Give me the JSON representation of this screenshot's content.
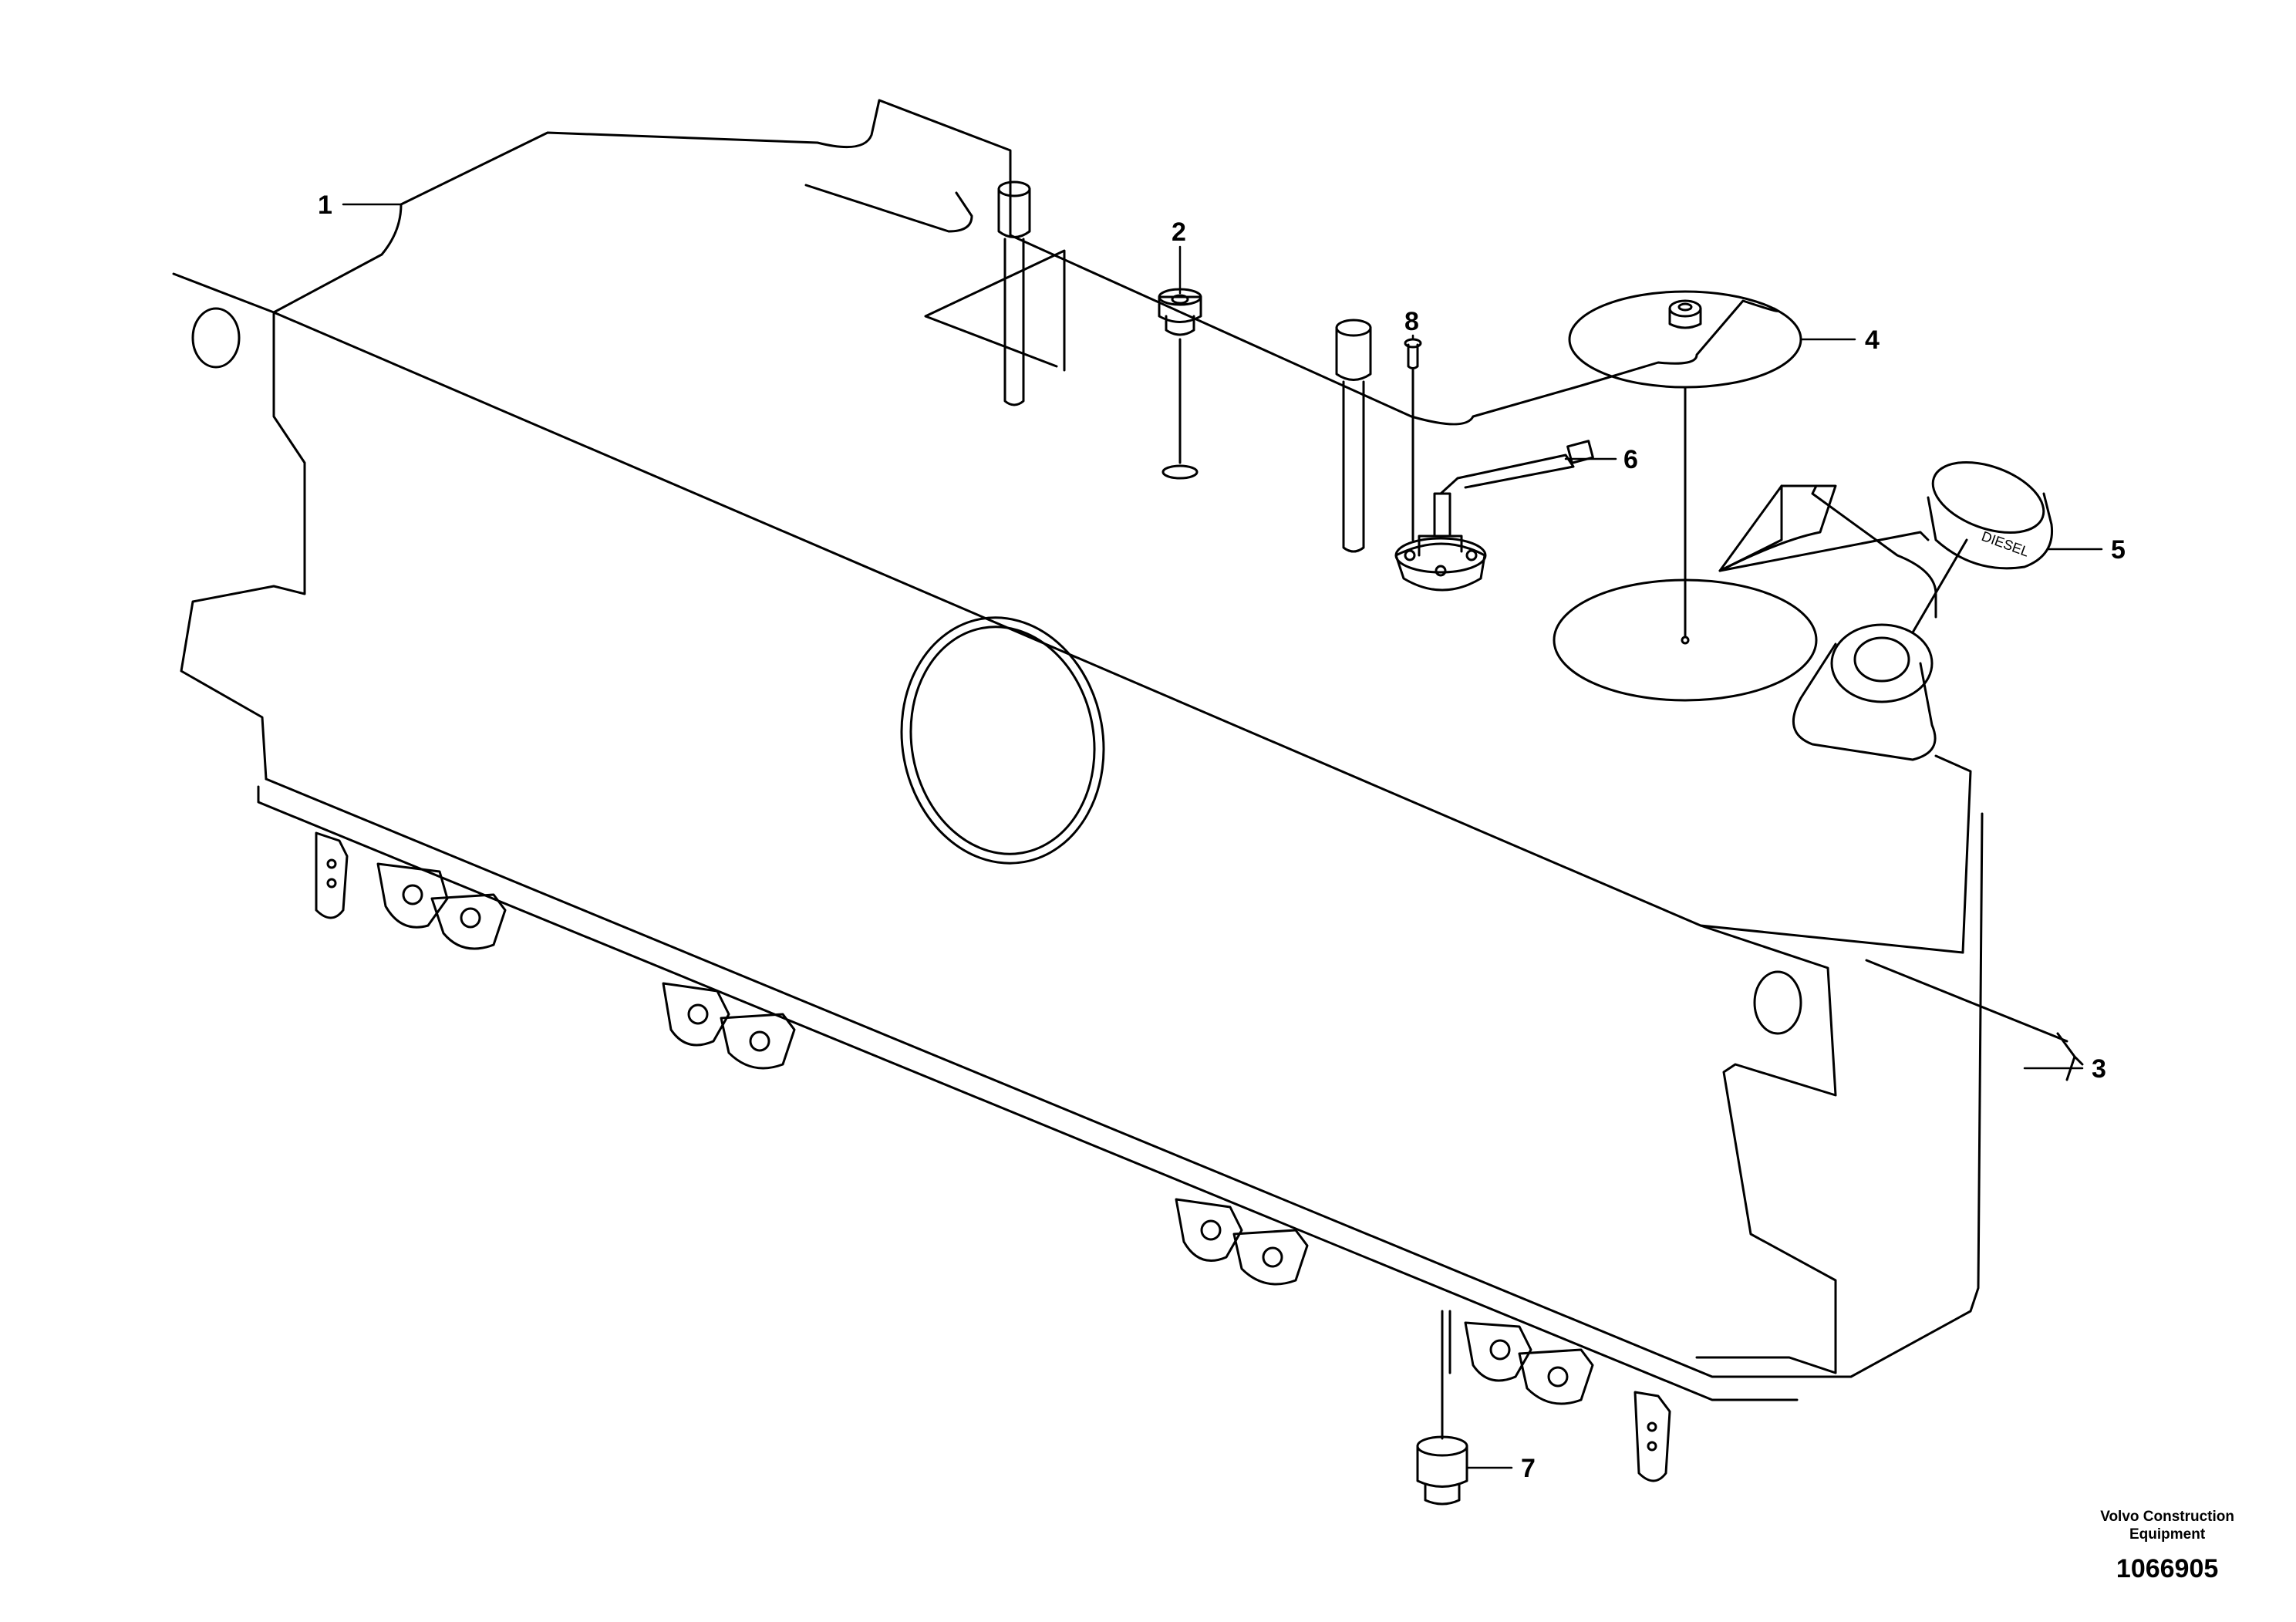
{
  "callouts": [
    "1",
    "2",
    "3",
    "4",
    "5",
    "6",
    "7",
    "8"
  ],
  "footer": {
    "brand_line1": "Volvo Construction",
    "brand_line2": "Equipment",
    "document_number": "1066905"
  },
  "colors": {
    "line": "#000000",
    "background": "#ffffff"
  }
}
